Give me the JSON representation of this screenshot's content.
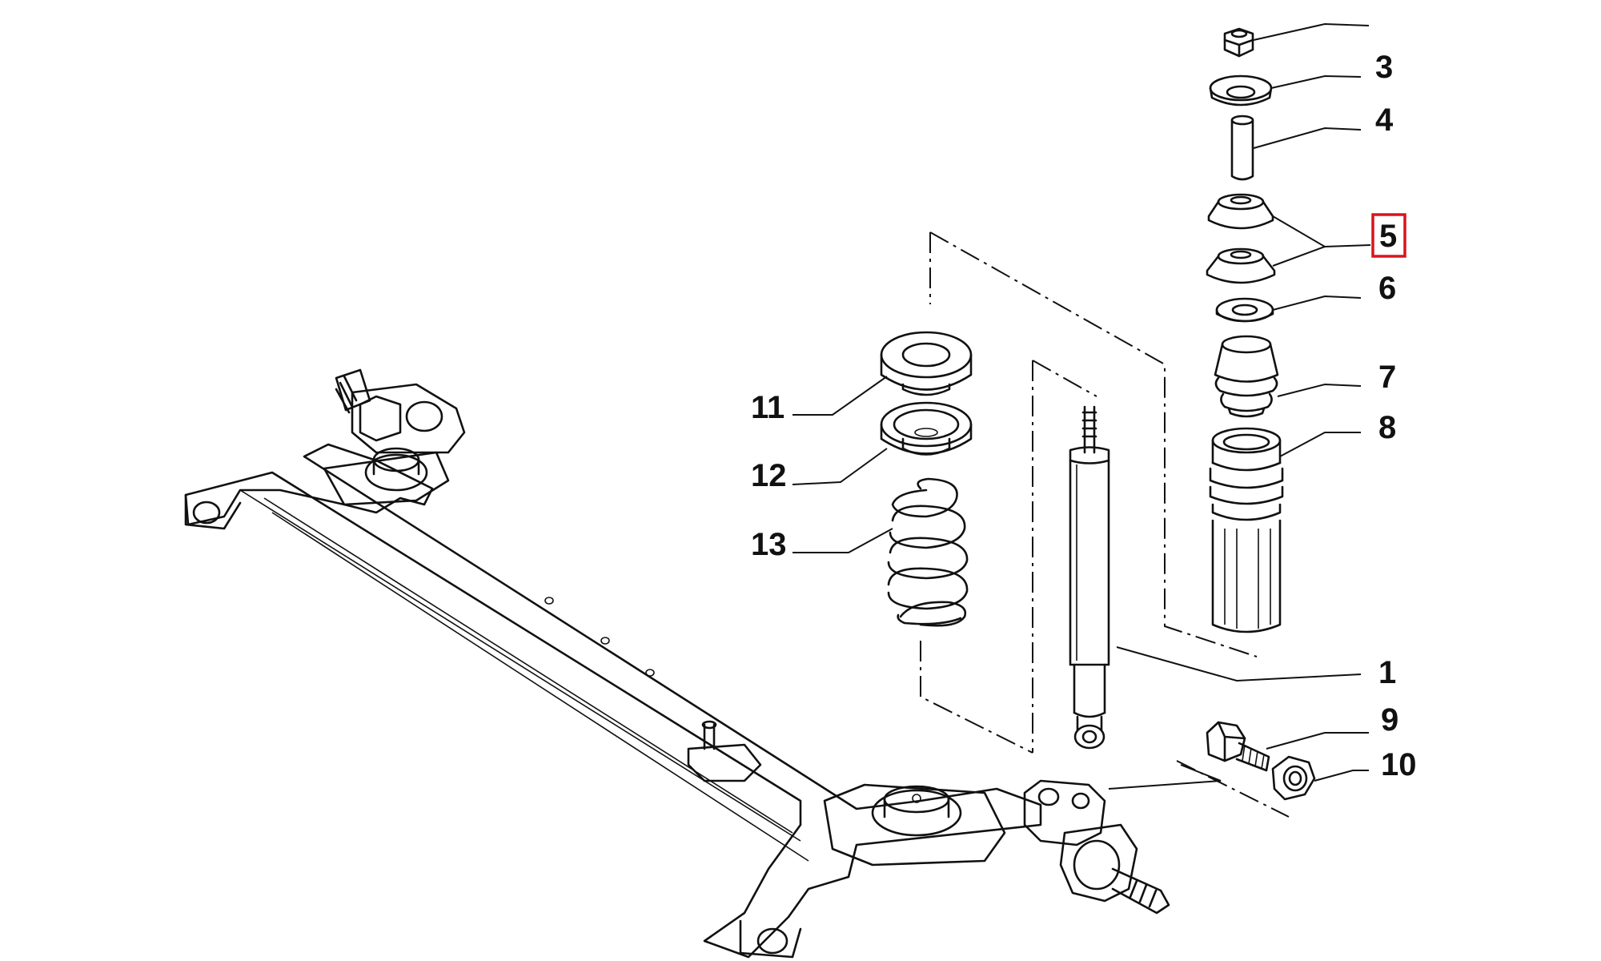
{
  "diagram": {
    "callouts": [
      {
        "id": "1",
        "text": "1"
      },
      {
        "id": "3",
        "text": "3"
      },
      {
        "id": "4",
        "text": "4"
      },
      {
        "id": "5",
        "text": "5",
        "highlighted": true
      },
      {
        "id": "6",
        "text": "6"
      },
      {
        "id": "7",
        "text": "7"
      },
      {
        "id": "8",
        "text": "8"
      },
      {
        "id": "9",
        "text": "9"
      },
      {
        "id": "10",
        "text": "10"
      },
      {
        "id": "11",
        "text": "11"
      },
      {
        "id": "12",
        "text": "12"
      },
      {
        "id": "13",
        "text": "13"
      }
    ],
    "highlight_color": "#d8141c",
    "ink_color": "#111111"
  }
}
